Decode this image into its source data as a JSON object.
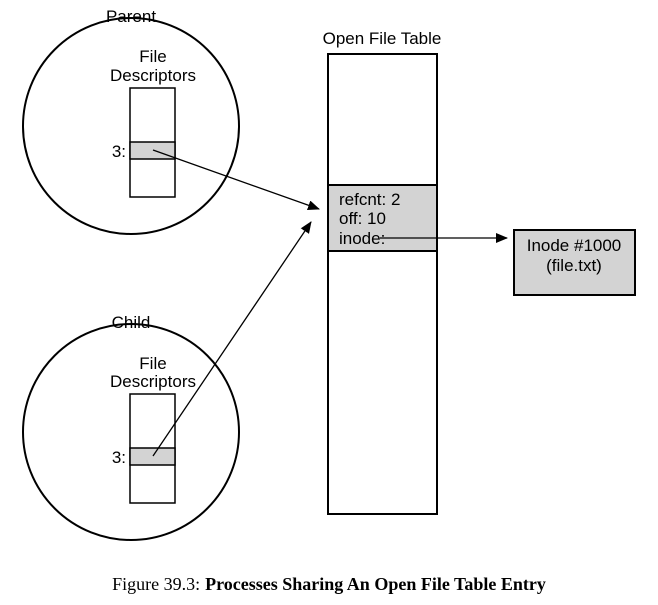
{
  "parent": {
    "title": "Parent",
    "fd_label_line1": "File",
    "fd_label_line2": "Descriptors",
    "fd_index": "3:"
  },
  "child": {
    "title": "Child",
    "fd_label_line1": "File",
    "fd_label_line2": "Descriptors",
    "fd_index": "3:"
  },
  "open_file_table": {
    "title": "Open File Table",
    "entry": {
      "refcnt": "refcnt: 2",
      "off": "off: 10",
      "inode": "inode:"
    }
  },
  "inode": {
    "line1": "Inode #1000",
    "line2": "(file.txt)"
  },
  "caption": {
    "number": "Figure 39.3:",
    "title": "Processes Sharing An Open File Table Entry"
  },
  "colors": {
    "line": "#000000",
    "fill_highlight": "#d3d3d3",
    "background": "#ffffff"
  }
}
